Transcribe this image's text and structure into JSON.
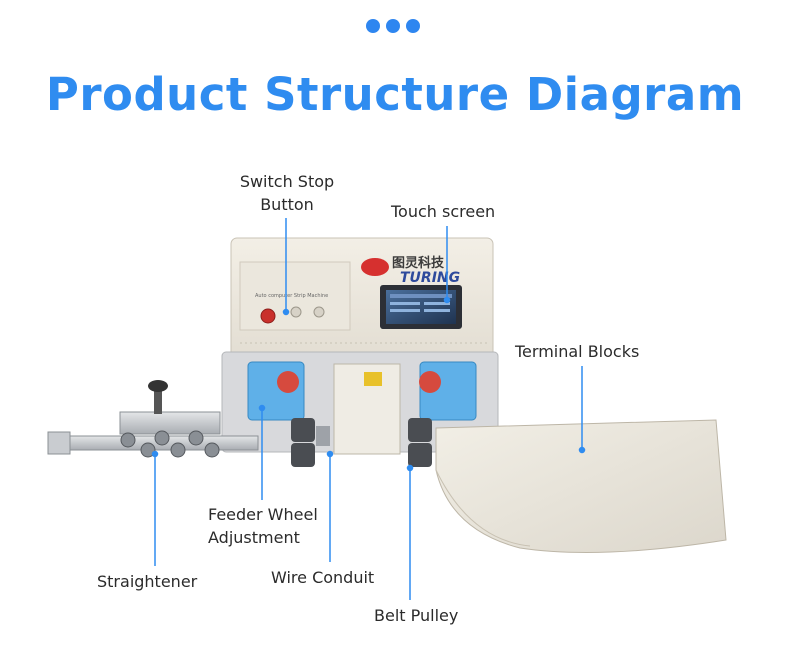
{
  "title": "Product Structure Diagram",
  "labels": {
    "switch_stop_line1": "Switch Stop",
    "switch_stop_line2": "Button",
    "touch_screen": "Touch screen",
    "terminal_blocks": "Terminal Blocks",
    "feeder_wheel_line1": "Feeder Wheel",
    "feeder_wheel_line2": "Adjustment",
    "straightener": "Straightener",
    "wire_conduit": "Wire Conduit",
    "belt_pulley": "Belt Pulley"
  },
  "machine": {
    "brand_cn": "图灵科技",
    "brand_en": "TURING",
    "subtitle": "Auto computer Strip Machine"
  },
  "colors": {
    "accent": "#2f8cf0",
    "leader_line": "#2f8cf0"
  }
}
